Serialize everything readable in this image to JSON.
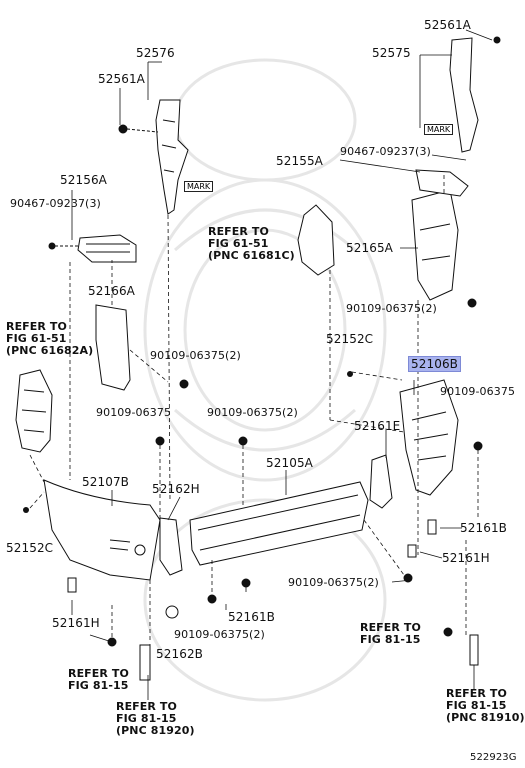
{
  "labels": {
    "p52576": "52576",
    "p52561A_left": "52561A",
    "p52156A": "52156A",
    "p90467_left": "90467-09237(3)",
    "ref_61682A": "REFER TO\nFIG 61-51\n(PNC 61682A)",
    "p52166A": "52166A",
    "p90109_a": "90109-06375(2)",
    "p90109_b": "90109-06375",
    "p90109_c": "90109-06375(2)",
    "p52107B": "52107B",
    "p52162H": "52162H",
    "p52105A": "52105A",
    "p52152C_left": "52152C",
    "p52161H_left": "52161H",
    "ref_8115_left": "REFER TO\nFIG 81-15",
    "ref_81920": "REFER TO\nFIG 81-15\n(PNC 81920)",
    "p52162B": "52162B",
    "p52161B_mid": "52161B",
    "p90109_d": "90109-06375(2)",
    "ref_61681C": "REFER TO\nFIG 61-51\n(PNC 61681C)",
    "p52561A_right": "52561A",
    "p52575": "52575",
    "mark_right": "MARK",
    "mark_left": "MARK",
    "p90467_right": "90467-09237(3)",
    "p52155A": "52155A",
    "p52165A": "52165A",
    "p90109_e": "90109-06375(2)",
    "p52152C_right": "52152C",
    "p52106B": "52106B",
    "p90109_f": "90109-06375",
    "p52161E": "52161E",
    "p52161B_right": "52161B",
    "p52161H_right": "52161H",
    "p90109_g": "90109-06375(2)",
    "ref_8115_right": "REFER TO\nFIG 81-15",
    "ref_81910": "REFER TO\nFIG 81-15\n(PNC 81910)",
    "code": "522923G"
  },
  "highlight_color": "#a9b3ee"
}
